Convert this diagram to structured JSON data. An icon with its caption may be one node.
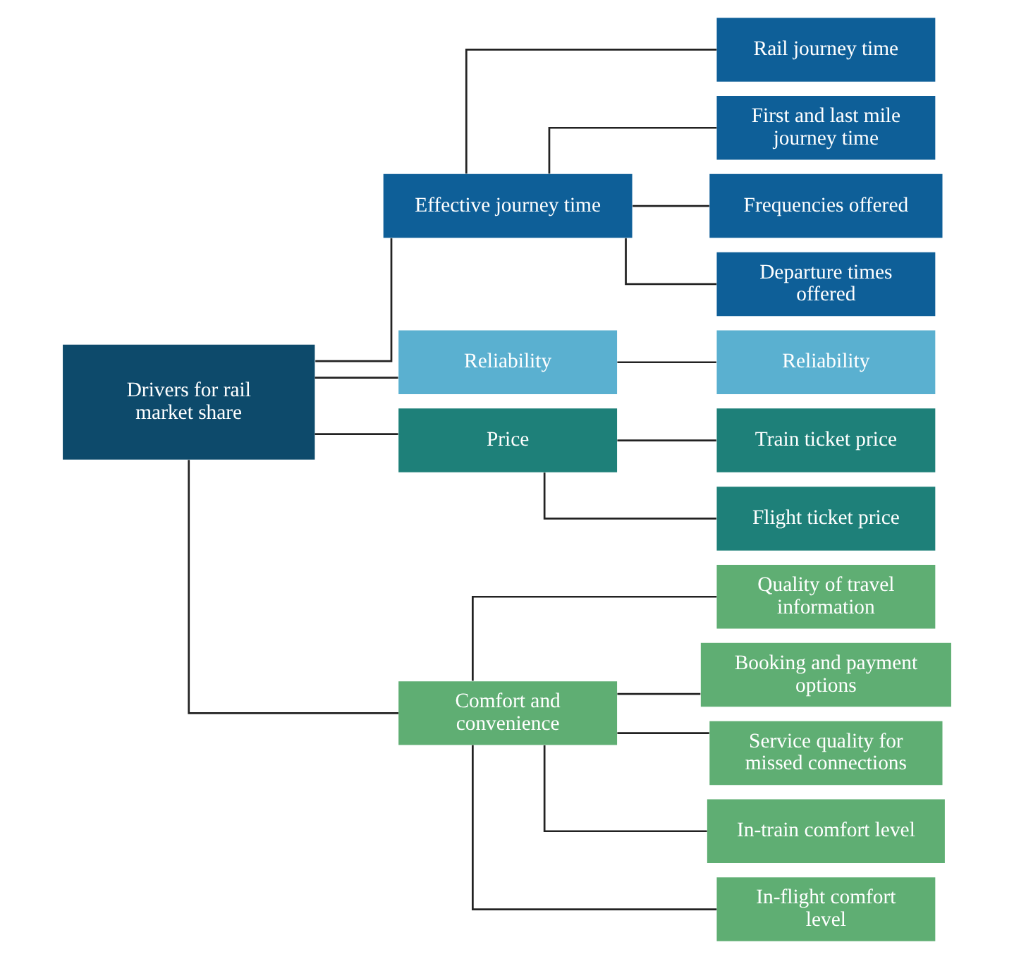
{
  "diagram": {
    "nodes": [
      {
        "text": [
          "Drivers for rail market share"
        ]
      },
      {
        "text": [
          "Effective journey time"
        ]
      },
      {
        "text": [
          "Reliability"
        ]
      },
      {
        "text": [
          "Price"
        ]
      },
      {
        "text": [
          "Comfort and convenience"
        ]
      },
      {
        "text": [
          "Rail journey time"
        ]
      },
      {
        "text": [
          "First and last mile journey time"
        ]
      },
      {
        "text": [
          "Frequencies offered"
        ]
      },
      {
        "text": [
          "Departure times offered"
        ]
      },
      {
        "text": [
          "Reliability"
        ]
      },
      {
        "text": [
          "Train ticket price"
        ]
      },
      {
        "text": [
          "Flight ticket price"
        ]
      },
      {
        "text": [
          "Quality of travel information"
        ]
      },
      {
        "text": [
          "Booking and payment options"
        ]
      },
      {
        "text": [
          "Service quality for missed connections"
        ]
      },
      {
        "text": [
          "In-train comfort level"
        ]
      },
      {
        "text": [
          "In-flight comfort level"
        ]
      }
    ],
    "edges": [
      {
        "from": 0,
        "to": 1,
        "arrow": "none"
      },
      {
        "from": 0,
        "to": 2,
        "arrow": "none"
      },
      {
        "from": 0,
        "to": 3,
        "arrow": "none"
      },
      {
        "from": 0,
        "to": 4,
        "arrow": "none"
      },
      {
        "from": 1,
        "to": 5,
        "arrow": "none"
      },
      {
        "from": 1,
        "to": 6,
        "arrow": "none"
      },
      {
        "from": 1,
        "to": 7,
        "arrow": "none"
      },
      {
        "from": 1,
        "to": 8,
        "arrow": "none"
      },
      {
        "from": 2,
        "to": 9,
        "arrow": "none"
      },
      {
        "from": 3,
        "to": 10,
        "arrow": "none"
      },
      {
        "from": 3,
        "to": 11,
        "arrow": "none"
      },
      {
        "from": 4,
        "to": 12,
        "arrow": "none"
      },
      {
        "from": 4,
        "to": 13,
        "arrow": "none"
      },
      {
        "from": 4,
        "to": 14,
        "arrow": "none"
      },
      {
        "from": 4,
        "to": 15,
        "arrow": "none"
      },
      {
        "from": 4,
        "to": 16,
        "arrow": "none"
      }
    ]
  }
}
